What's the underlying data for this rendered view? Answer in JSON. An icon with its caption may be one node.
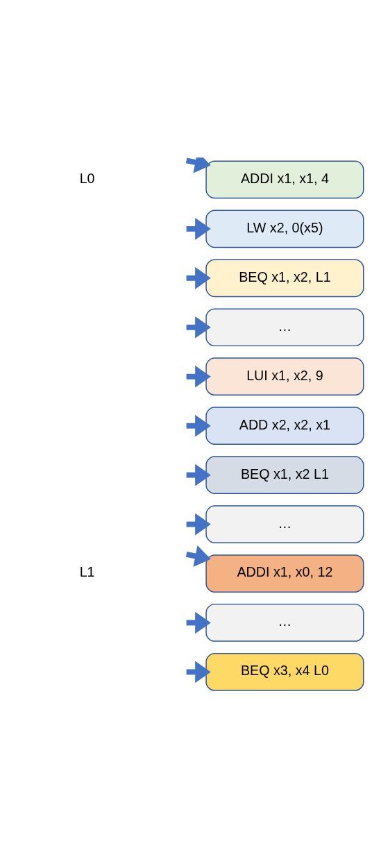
{
  "diagram": {
    "nodes": [
      {
        "text": [
          "ADDI x1, x1, 4"
        ]
      },
      {
        "text": [
          "LW x2, 0(x5)"
        ]
      },
      {
        "text": [
          "BEQ x1, x2, L1"
        ]
      },
      {
        "text": [
          "…"
        ]
      },
      {
        "text": [
          "LUI x1, x2, 9"
        ]
      },
      {
        "text": [
          "ADD x2, x2, x1"
        ]
      },
      {
        "text": [
          "BEQ x1, x2 L1"
        ]
      },
      {
        "text": [
          "…"
        ]
      },
      {
        "text": [
          "ADDI x1, x0, 12"
        ]
      },
      {
        "text": [
          "…"
        ]
      },
      {
        "text": [
          "BEQ x3, x4 L0"
        ]
      }
    ],
    "edges": [
      {
        "from": null,
        "to": 0,
        "arrow": "to"
      },
      {
        "from": null,
        "to": 1,
        "arrow": "to"
      },
      {
        "from": null,
        "to": 2,
        "arrow": "to"
      },
      {
        "from": null,
        "to": 3,
        "arrow": "to"
      },
      {
        "from": null,
        "to": 4,
        "arrow": "to"
      },
      {
        "from": null,
        "to": 5,
        "arrow": "to"
      },
      {
        "from": null,
        "to": 6,
        "arrow": "to"
      },
      {
        "from": null,
        "to": 7,
        "arrow": "to"
      },
      {
        "from": null,
        "to": 8,
        "arrow": "to"
      },
      {
        "from": null,
        "to": 9,
        "arrow": "to"
      },
      {
        "from": null,
        "to": 10,
        "arrow": "to"
      }
    ],
    "labels": [
      "L0",
      "L1"
    ]
  }
}
